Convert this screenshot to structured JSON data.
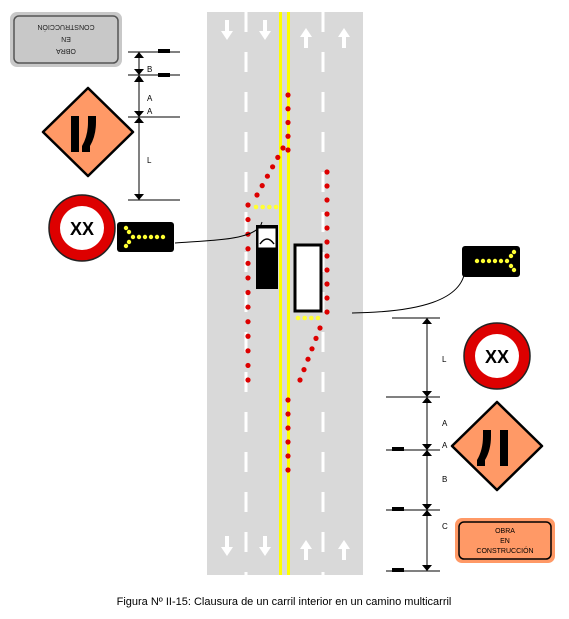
{
  "caption": "Figura Nº II-15: Clausura de un carril interior en un camino multicarril",
  "signs": {
    "top_panel": [
      "OBRA",
      "EN",
      "CONSTRUCCIÓN"
    ],
    "bottom_panel": [
      "OBRA",
      "EN",
      "CONSTRUCCIÓN"
    ],
    "speed_limit_top": "XX",
    "speed_limit_bottom": "XX"
  },
  "dimension_labels": {
    "top": {
      "b": "B",
      "a1": "A",
      "a2": "A",
      "l": "L"
    },
    "bottom": {
      "l": "L",
      "a1": "A",
      "a2": "A",
      "b": "B",
      "c": "C"
    }
  },
  "colors": {
    "road": "#d9d9d9",
    "lane_line": "#ffffff",
    "center_line": "#ffff00",
    "cone_dot": "#dd0000",
    "warning_sign": "#ff9966",
    "speed_ring": "#dd0000",
    "arrow_board": "#000000",
    "arrow_light": "#ffff33",
    "sign_panel_gray": "#c8c8c8"
  },
  "icons": [
    "arrow-board-left",
    "arrow-board-right",
    "work-vehicle",
    "work-trailer",
    "lane-arrow-down",
    "lane-arrow-up",
    "lane-ends-warning-sign",
    "speed-limit-sign",
    "work-zone-panel-sign"
  ]
}
